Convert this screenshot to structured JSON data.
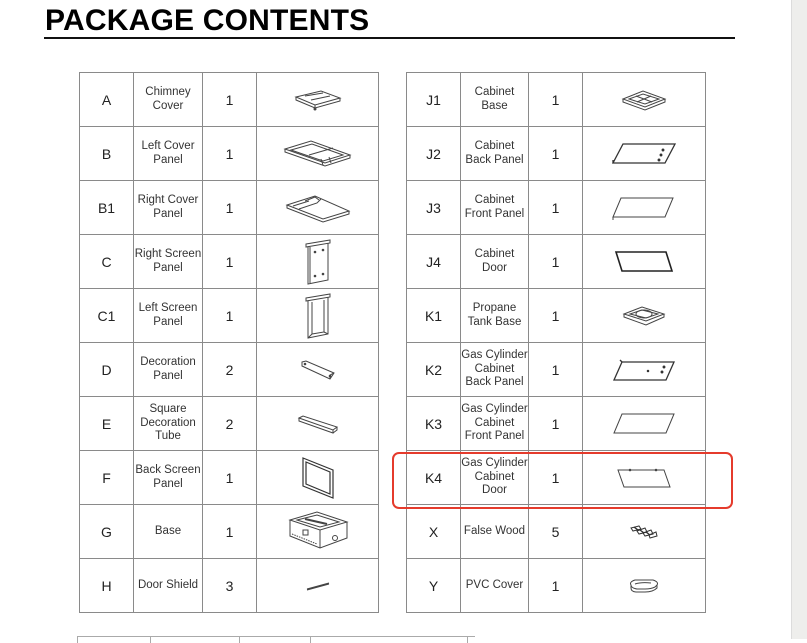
{
  "page": {
    "title": "PACKAGE CONTENTS",
    "highlight_color": "#e53b2c"
  },
  "left_table": [
    {
      "code": "A",
      "name": "Chimney Cover",
      "qty": "1",
      "icon": "chimney-cover-drawing"
    },
    {
      "code": "B",
      "name": "Left Cover Panel",
      "qty": "1",
      "icon": "left-cover-panel-drawing"
    },
    {
      "code": "B1",
      "name": "Right Cover Panel",
      "qty": "1",
      "icon": "right-cover-panel-drawing"
    },
    {
      "code": "C",
      "name": "Right Screen Panel",
      "qty": "1",
      "icon": "right-screen-panel-drawing"
    },
    {
      "code": "C1",
      "name": "Left Screen Panel",
      "qty": "1",
      "icon": "left-screen-panel-drawing"
    },
    {
      "code": "D",
      "name": "Decoration Panel",
      "qty": "2",
      "icon": "decoration-panel-drawing"
    },
    {
      "code": "E",
      "name": "Square Decoration Tube",
      "qty": "2",
      "icon": "square-decoration-tube-drawing"
    },
    {
      "code": "F",
      "name": "Back Screen Panel",
      "qty": "1",
      "icon": "back-screen-panel-drawing"
    },
    {
      "code": "G",
      "name": "Base",
      "qty": "1",
      "icon": "base-drawing"
    },
    {
      "code": "H",
      "name": "Door Shield",
      "qty": "3",
      "icon": "door-shield-drawing"
    }
  ],
  "right_table": [
    {
      "code": "J1",
      "name": "Cabinet Base",
      "qty": "1",
      "icon": "cabinet-base-drawing"
    },
    {
      "code": "J2",
      "name": "Cabinet Back Panel",
      "qty": "1",
      "icon": "cabinet-back-panel-drawing"
    },
    {
      "code": "J3",
      "name": "Cabinet Front Panel",
      "qty": "1",
      "icon": "cabinet-front-panel-drawing"
    },
    {
      "code": "J4",
      "name": "Cabinet Door",
      "qty": "1",
      "icon": "cabinet-door-drawing"
    },
    {
      "code": "K1",
      "name": "Propane Tank Base",
      "qty": "1",
      "icon": "propane-tank-base-drawing"
    },
    {
      "code": "K2",
      "name": "Gas Cylinder Cabinet Back Panel",
      "qty": "1",
      "icon": "gas-cylinder-cabinet-back-panel-drawing"
    },
    {
      "code": "K3",
      "name": "Gas Cylinder Cabinet Front Panel",
      "qty": "1",
      "icon": "gas-cylinder-cabinet-front-panel-drawing"
    },
    {
      "code": "K4",
      "name": "Gas Cylinder Cabinet Door",
      "qty": "1",
      "icon": "gas-cylinder-cabinet-door-drawing",
      "highlighted": true
    },
    {
      "code": "X",
      "name": "False Wood",
      "qty": "5",
      "icon": "false-wood-drawing"
    },
    {
      "code": "Y",
      "name": "PVC Cover",
      "qty": "1",
      "icon": "pvc-cover-drawing"
    }
  ]
}
